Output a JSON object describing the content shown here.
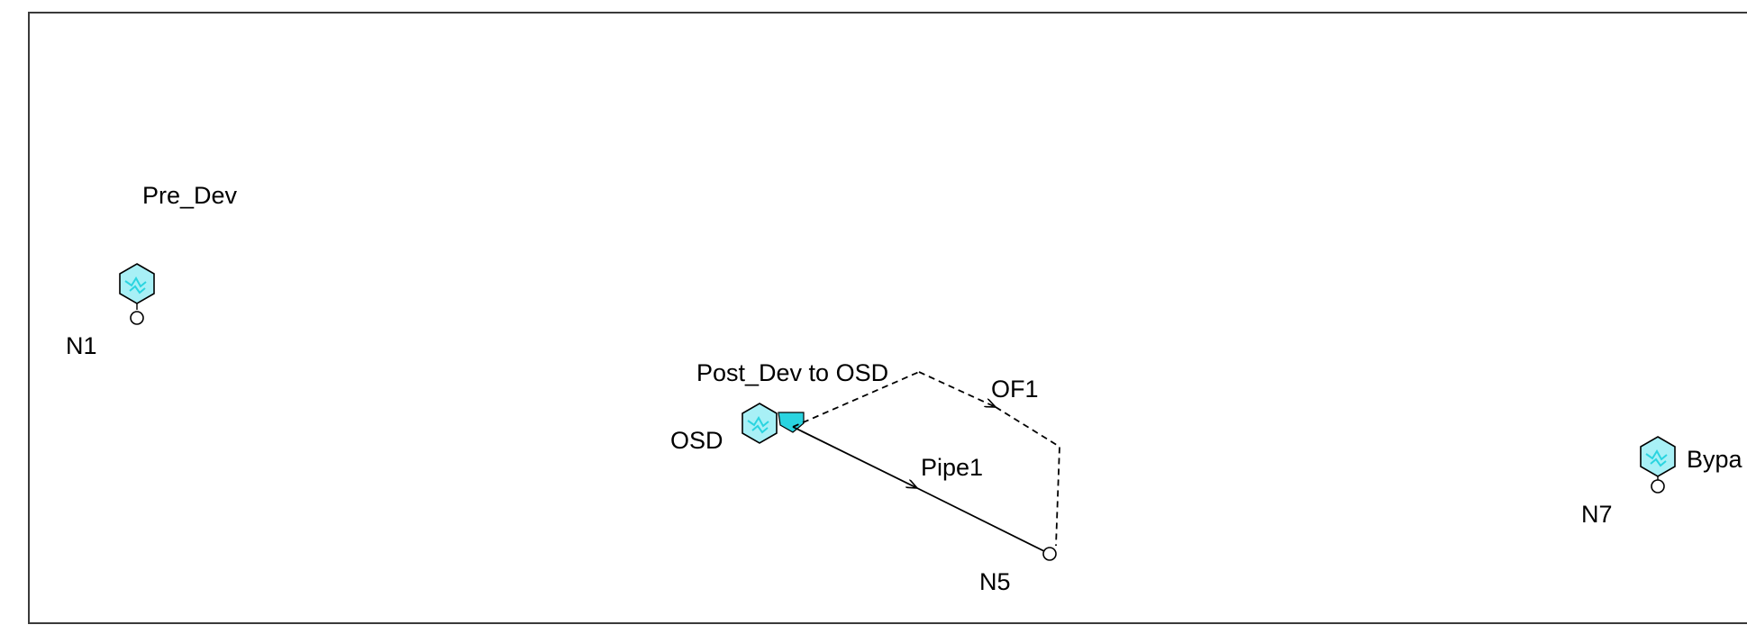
{
  "colors": {
    "subcatchment_fill": "#a8f0f6",
    "subcatchment_accent": "#2ad4e0",
    "line": "#000000",
    "border": "#3a3a3a"
  },
  "subcatchments": [
    {
      "id": "pre-dev",
      "label": "Pre_Dev"
    },
    {
      "id": "post-dev",
      "label": "Post_Dev to  OSD"
    },
    {
      "id": "bypass",
      "label": "Bypa"
    }
  ],
  "nodes": [
    {
      "id": "n1",
      "label": "N1"
    },
    {
      "id": "n5",
      "label": "N5"
    },
    {
      "id": "n7",
      "label": "N7"
    }
  ],
  "storage": {
    "label": "OSD"
  },
  "links": [
    {
      "id": "pipe1",
      "label": "Pipe1",
      "style": "solid"
    },
    {
      "id": "of1",
      "label": "OF1",
      "style": "dashed"
    }
  ]
}
